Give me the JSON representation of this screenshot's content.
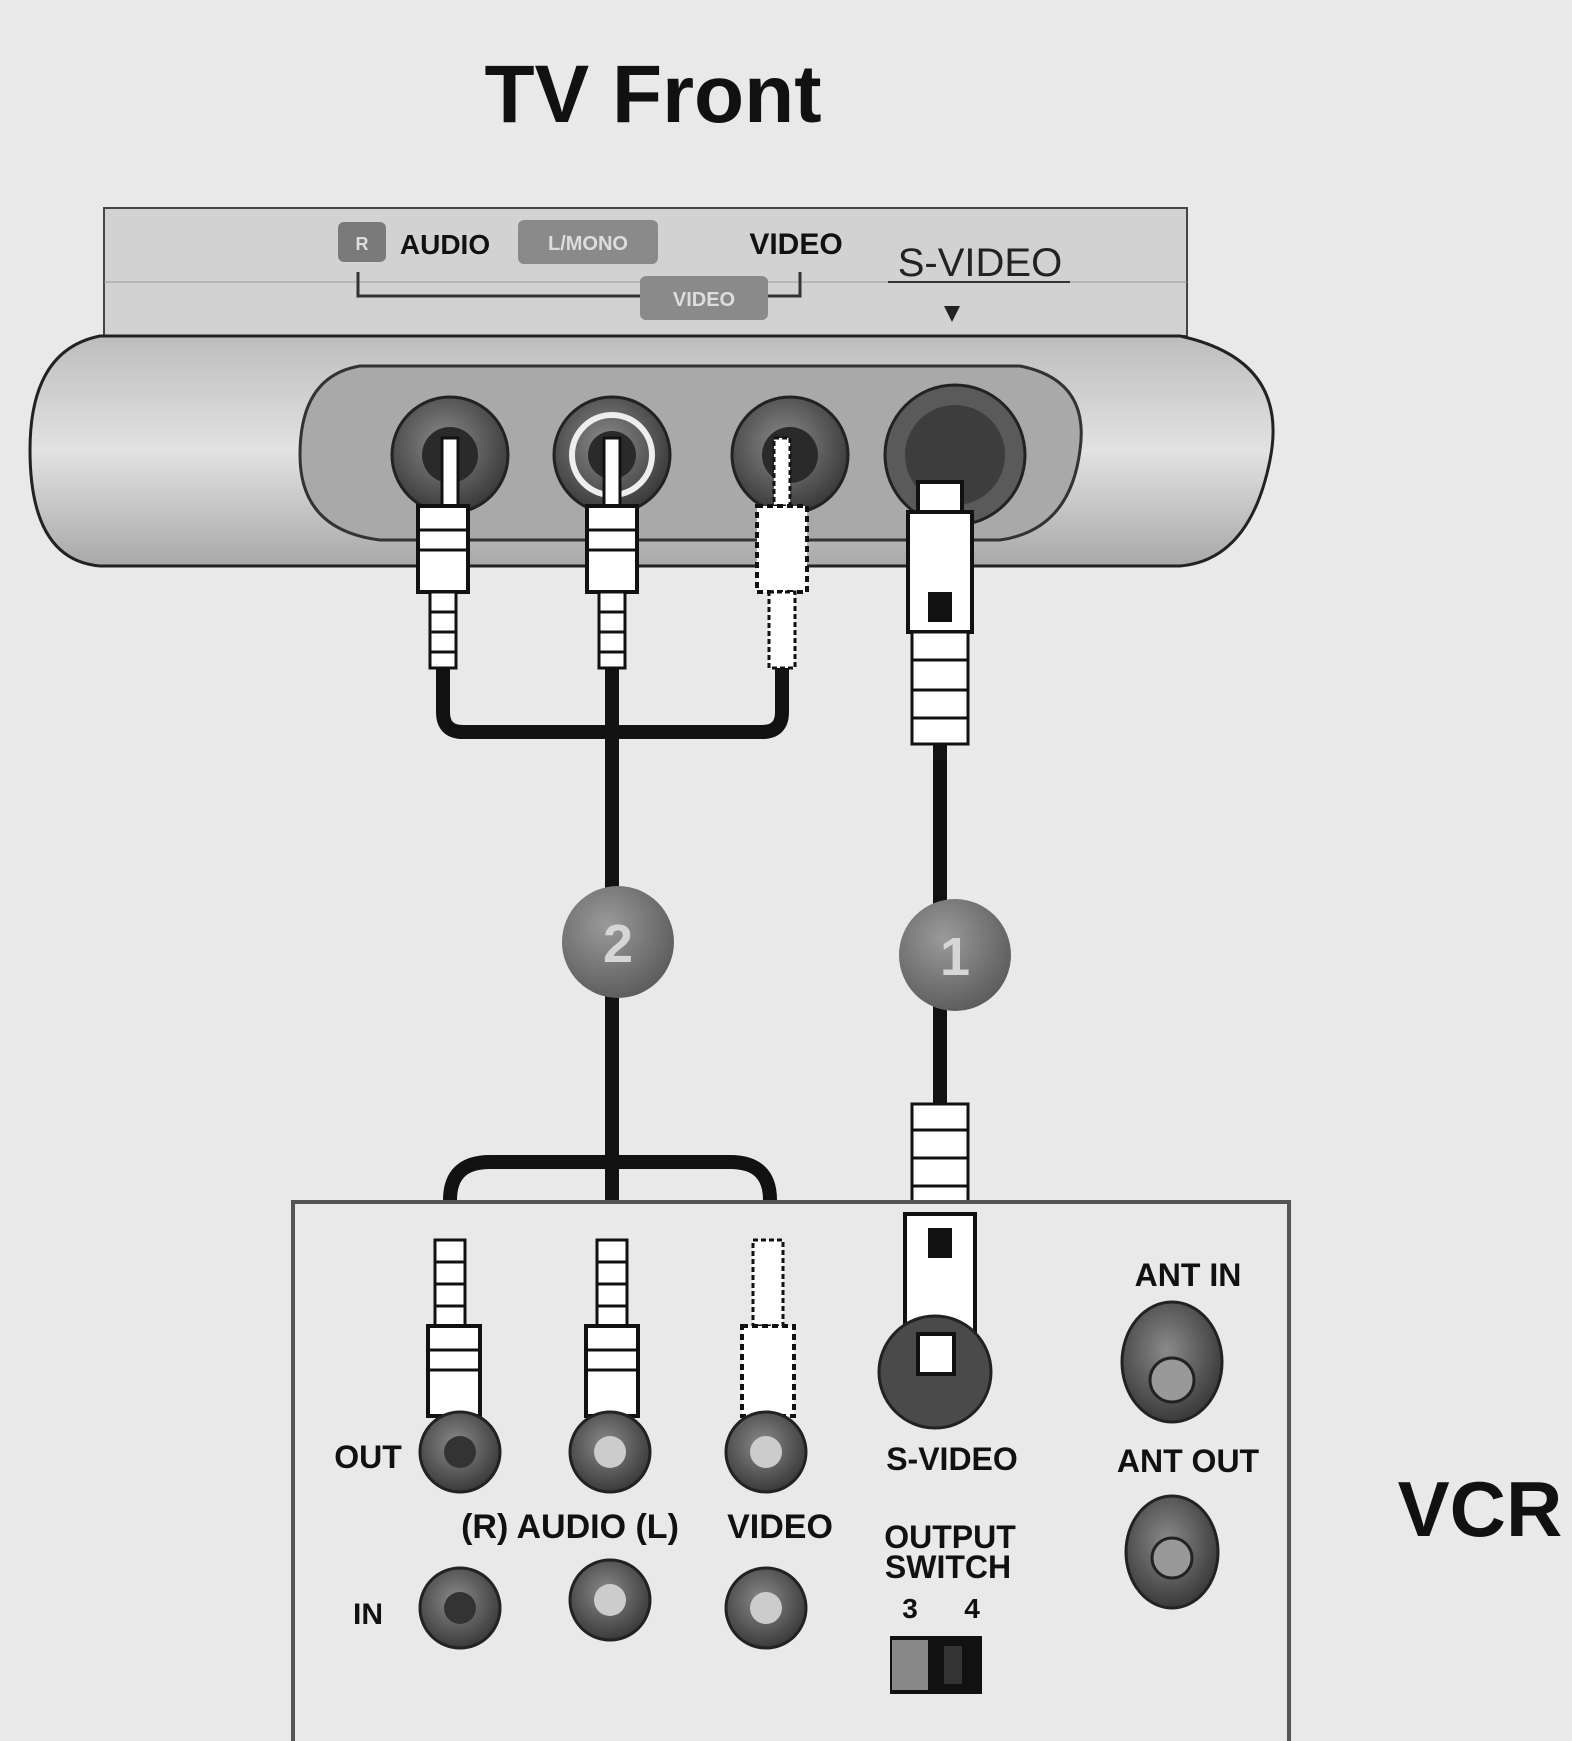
{
  "diagram": {
    "title": "TV Front",
    "device_label": "VCR"
  },
  "tv_panel": {
    "r_tag": "R",
    "audio": "AUDIO",
    "l_mono_tag": "L/MONO",
    "video": "VIDEO",
    "svideo": "S-VIDEO",
    "video_tag": "VIDEO"
  },
  "cables": {
    "step_1": "1",
    "step_2": "2"
  },
  "vcr_panel": {
    "out": "OUT",
    "in": "IN",
    "audio_lr": "(R) AUDIO (L)",
    "video": "VIDEO",
    "svideo": "S-VIDEO",
    "ant_in": "ANT IN",
    "ant_out": "ANT OUT",
    "output_switch_1": "OUTPUT",
    "output_switch_2": "SWITCH",
    "ch3": "3",
    "ch4": "4"
  },
  "colors": {
    "background": "#e9e9e9",
    "cable": "#111111",
    "badge": "#707070",
    "panel": "#c9c9c9"
  }
}
